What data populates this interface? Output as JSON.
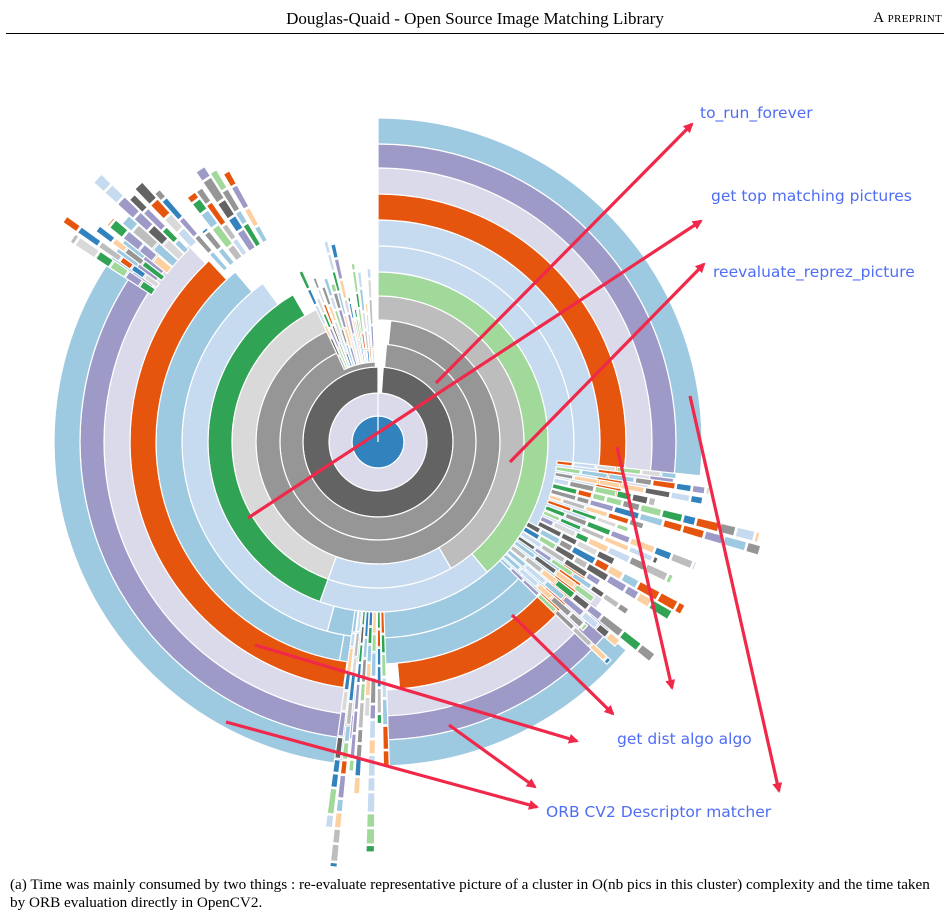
{
  "header": {
    "title": "Douglas-Quaid - Open Source Image Matching Library",
    "label": "A preprint"
  },
  "figure": {
    "annotations": [
      "to_run_forever",
      "get top matching pictures",
      "reevaluate_reprez_picture",
      "get dist algo algo",
      "ORB CV2 Descriptor matcher"
    ],
    "colors": {
      "annotation_text": "#4f6df5",
      "arrow": "#f0284a",
      "center": "#3182bd",
      "dark_gray": "#636363",
      "mid_gray": "#969696",
      "light_gray": "#bdbdbd",
      "pale_gray": "#d9d9d9",
      "light_green": "#a1d99b",
      "green": "#31a354",
      "pale_blue": "#c6dbef",
      "orange": "#e6550d",
      "lavender": "#dadaeb",
      "purple": "#9e9ac8",
      "sky_blue": "#9ecae1"
    }
  },
  "caption": "(a) Time was mainly consumed by two things : re-evaluate representative picture of a cluster in O(nb pics in this cluster) complexity and the time taken by ORB evaluation directly in OpenCV2."
}
